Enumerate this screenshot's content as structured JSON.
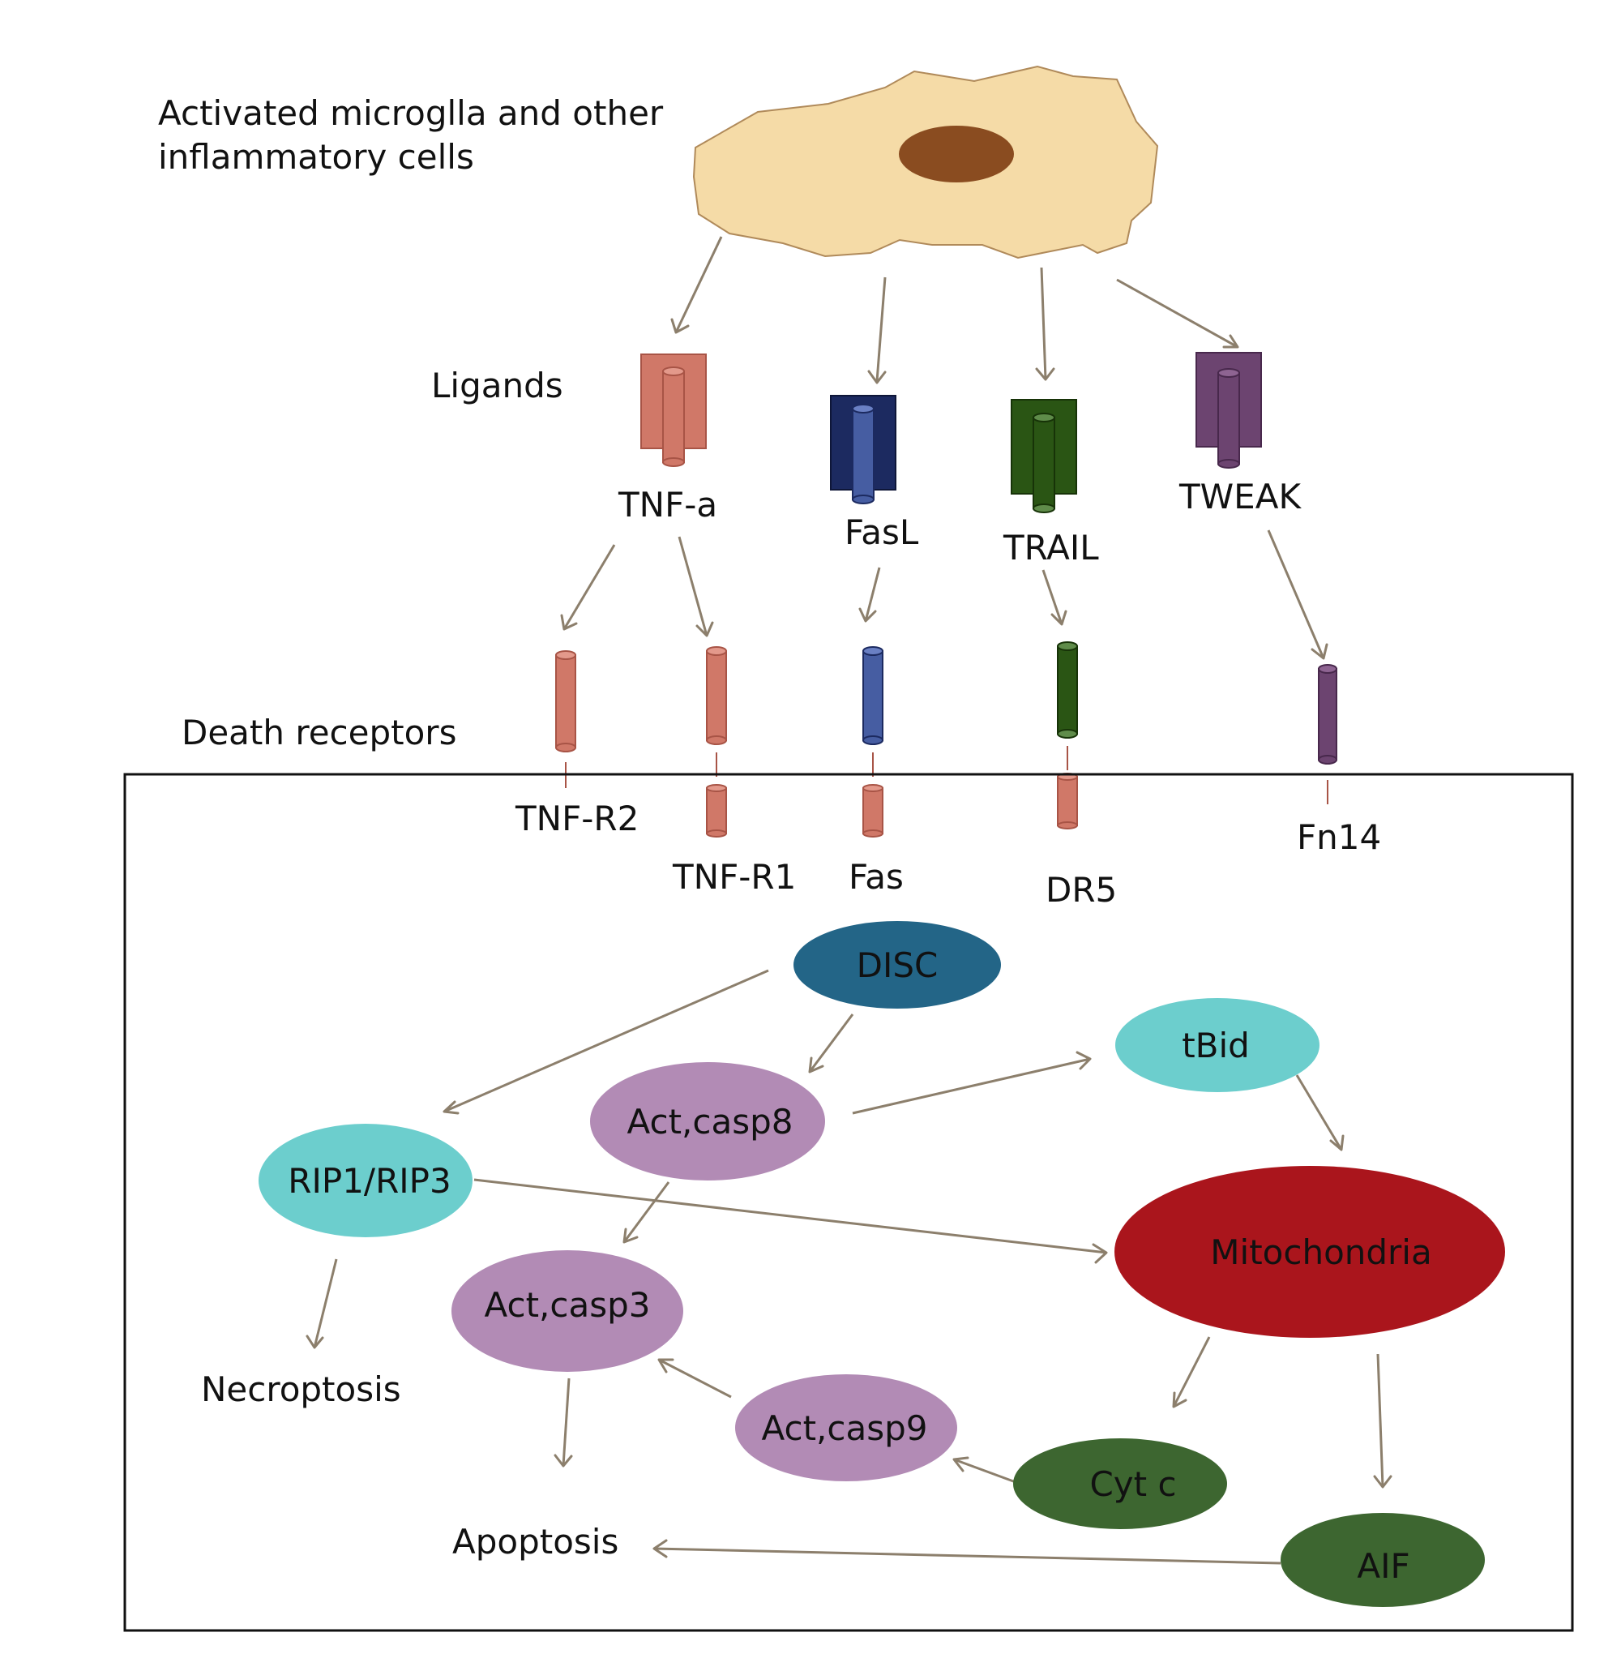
{
  "title": "Activated microglla and other inflammatory cells",
  "title_lines": [
    "Activated microglla and other",
    "inflammatory cells"
  ],
  "section_labels": {
    "ligands": "Ligands",
    "death_receptors": "Death receptors"
  },
  "ligands": [
    {
      "id": "tnfa",
      "label": "TNF-a",
      "color": "#d07868"
    },
    {
      "id": "fasl",
      "label": "FasL",
      "color": "#1c2a60"
    },
    {
      "id": "trail",
      "label": "TRAIL",
      "color": "#2a5514"
    },
    {
      "id": "tweak",
      "label": "TWEAK",
      "color": "#6c4470"
    }
  ],
  "receptors": [
    {
      "id": "tnfr2",
      "label": "TNF-R2",
      "color": "#d07868"
    },
    {
      "id": "tnfr1",
      "label": "TNF-R1",
      "color": "#d07868"
    },
    {
      "id": "fas",
      "label": "Fas",
      "color": "#465da2"
    },
    {
      "id": "dr5",
      "label": "DR5",
      "color": "#2a5514"
    },
    {
      "id": "fn14",
      "label": "Fn14",
      "color": "#6c4470"
    }
  ],
  "nodes": {
    "disc": {
      "label": "DISC",
      "color": "#236587"
    },
    "tbid": {
      "label": "tBid",
      "color": "#6ccecd"
    },
    "casp8": {
      "label": "Act,casp8",
      "color": "#b28bb5"
    },
    "rip": {
      "label": "RIP1/RIP3",
      "color": "#6ccecd"
    },
    "mito": {
      "label": "Mitochondria",
      "color": "#aa151c"
    },
    "casp3": {
      "label": "Act,casp3",
      "color": "#b28bb5"
    },
    "casp9": {
      "label": "Act,casp9",
      "color": "#b28bb5"
    },
    "cytc": {
      "label": "Cyt c",
      "color": "#3d6630"
    },
    "aif": {
      "label": "AIF",
      "color": "#3d6630"
    }
  },
  "outcomes": {
    "necroptosis": "Necroptosis",
    "apoptosis": "Apoptosis"
  },
  "colors": {
    "cell_body": "#f5dba7",
    "cell_outline": "#b08a5a",
    "nucleus": "#8a4c20",
    "arrow": "#8c7f6c",
    "box": "#111111"
  }
}
